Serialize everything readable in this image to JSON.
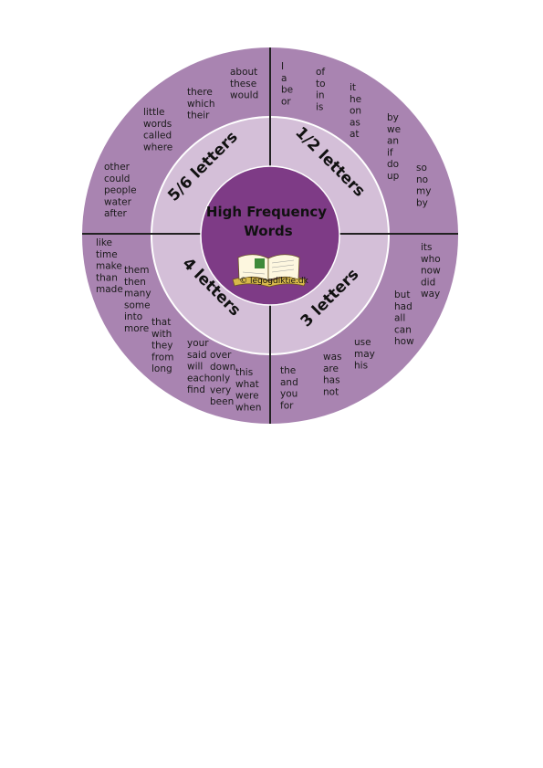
{
  "title_line1": "High Frequency",
  "title_line2": "Words",
  "copyright": "© legogdiktie.dk",
  "colors": {
    "outer_ring": "#a984b1",
    "inner_ring": "#d4bfd8",
    "center": "#7e3b86",
    "divider": "#222222"
  },
  "quadrant_labels": {
    "top_right": "1/2 letters",
    "top_left": "5/6 letters",
    "bottom_left": "4 letters",
    "bottom_right": "3 letters"
  },
  "word_groups": {
    "tr1": [
      "I",
      "a",
      "be",
      "or"
    ],
    "tr2": [
      "of",
      "to",
      "in",
      "is"
    ],
    "tr3": [
      "it",
      "he",
      "on",
      "as",
      "at"
    ],
    "tr4": [
      "by",
      "we",
      "an",
      "if",
      "do",
      "up"
    ],
    "tr5": [
      "so",
      "no",
      "my",
      "by"
    ],
    "tl1": [
      "about",
      "these",
      "would"
    ],
    "tl2": [
      "there",
      "which",
      "their"
    ],
    "tl3": [
      "little",
      "words",
      "called",
      "where"
    ],
    "tl4": [
      "other",
      "could",
      "people",
      "water",
      "after"
    ],
    "bl1": [
      "like",
      "time",
      "make",
      "than",
      "made"
    ],
    "bl2": [
      "them",
      "then",
      "many",
      "some",
      "into",
      "more"
    ],
    "bl3": [
      "that",
      "with",
      "they",
      "from",
      "long"
    ],
    "bl4": [
      "your",
      "said",
      "will",
      "each",
      "find"
    ],
    "bl5": [
      "over",
      "down",
      "only",
      "very",
      "been"
    ],
    "bl6": [
      "this",
      "what",
      "were",
      "when"
    ],
    "br1": [
      "its",
      "who",
      "now",
      "did",
      "way"
    ],
    "br2": [
      "but",
      "had",
      "all",
      "can",
      "how"
    ],
    "br3": [
      "use",
      "may",
      "his"
    ],
    "br4": [
      "was",
      "are",
      "has",
      "not"
    ],
    "br5": [
      "the",
      "and",
      "you",
      "for"
    ]
  }
}
